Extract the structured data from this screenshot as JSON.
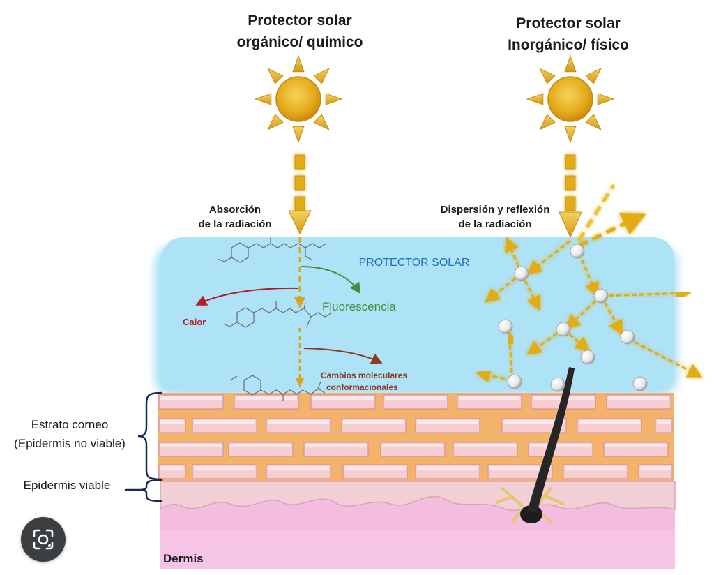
{
  "left_title": [
    "Protector solar",
    "orgánico/ químico"
  ],
  "right_title": [
    "Protector solar",
    "Inorgánico/ físico"
  ],
  "absorption_label": [
    "Absorción",
    "de la radiación"
  ],
  "dispersion_label": [
    "Dispersión y reflexión",
    "de la radiación"
  ],
  "layer_label": "PROTECTOR SOLAR",
  "fluorescence_label": "Fluorescencia",
  "heat_label": "Calor",
  "molecular_label": [
    "Cambios moleculares",
    "conformacionales"
  ],
  "skin_labels": {
    "stratum_corneum": [
      "Estrato corneo",
      "(Epidermis no viable)"
    ],
    "viable_epidermis": "Epidermis viable",
    "dermis": "Dermis"
  },
  "colors": {
    "sun": "#e3a91a",
    "sun_rays": "#e8b321",
    "protector_layer": "#a9e0f5",
    "layer_text": "#1f72b8",
    "fluorescence": "#4a8c3b",
    "heat": "#b01f24",
    "molecular_change": "#8b3a1f",
    "bricks": "#f5cdd3",
    "mortar": "#f3b36a",
    "dermis": "#f6b9dd"
  },
  "lens_button": {
    "icon": "camera-lens-icon"
  }
}
